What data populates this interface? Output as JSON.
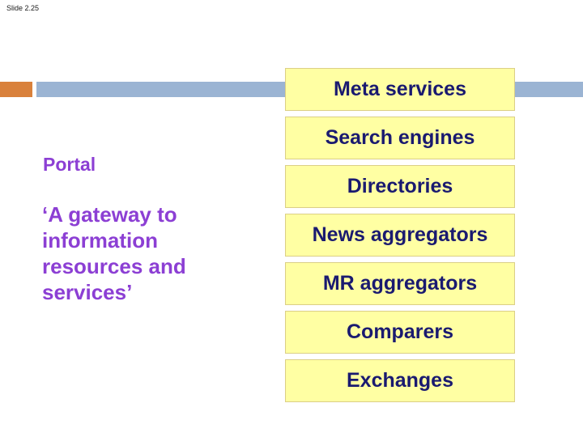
{
  "slide_number": "Slide 2.25",
  "heading": "Portal",
  "quote": "‘A gateway to information resources and services’",
  "boxes": [
    {
      "label": "Meta services"
    },
    {
      "label": "Search engines"
    },
    {
      "label": "Directories"
    },
    {
      "label": "News aggregators"
    },
    {
      "label": "MR aggregators"
    },
    {
      "label": "Comparers"
    },
    {
      "label": "Exchanges"
    }
  ],
  "colors": {
    "accent-orange": "#D9813C",
    "accent-blue": "#9BB4D3",
    "box-fill": "#FFFFA3",
    "box-border": "#DBCF86",
    "box-text": "#1A1A70",
    "purple-text": "#8C3FD4",
    "slide-number-color": "#1A1A1A"
  }
}
